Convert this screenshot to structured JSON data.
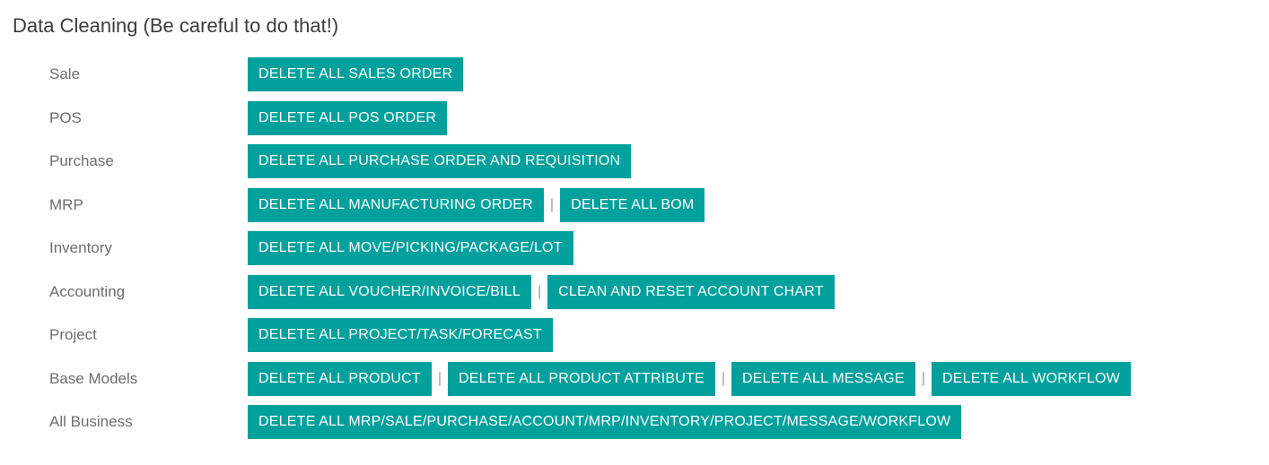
{
  "section": {
    "title": "Data Cleaning (Be careful to do that!)"
  },
  "colors": {
    "button_bg": "#00A09D",
    "button_text": "#FFFFFF",
    "label_text": "#6D6D6D",
    "title_text": "#3C3C3C",
    "separator": "#9B9B9B"
  },
  "separator_char": "|",
  "rows": [
    {
      "label": "Sale",
      "buttons": [
        "DELETE ALL SALES ORDER"
      ]
    },
    {
      "label": "POS",
      "buttons": [
        "DELETE ALL POS ORDER"
      ]
    },
    {
      "label": "Purchase",
      "buttons": [
        "DELETE ALL PURCHASE ORDER AND REQUISITION"
      ]
    },
    {
      "label": "MRP",
      "buttons": [
        "DELETE ALL MANUFACTURING ORDER",
        "DELETE ALL BOM"
      ]
    },
    {
      "label": "Inventory",
      "buttons": [
        "DELETE ALL MOVE/PICKING/PACKAGE/LOT"
      ]
    },
    {
      "label": "Accounting",
      "buttons": [
        "DELETE ALL VOUCHER/INVOICE/BILL",
        "CLEAN AND RESET ACCOUNT CHART"
      ]
    },
    {
      "label": "Project",
      "buttons": [
        "DELETE ALL PROJECT/TASK/FORECAST"
      ]
    },
    {
      "label": "Base Models",
      "buttons": [
        "DELETE ALL PRODUCT",
        "DELETE ALL PRODUCT ATTRIBUTE",
        "DELETE ALL MESSAGE",
        "DELETE ALL WORKFLOW"
      ]
    },
    {
      "label": "All Business",
      "buttons": [
        "DELETE ALL MRP/SALE/PURCHASE/ACCOUNT/MRP/INVENTORY/PROJECT/MESSAGE/WORKFLOW"
      ]
    }
  ]
}
